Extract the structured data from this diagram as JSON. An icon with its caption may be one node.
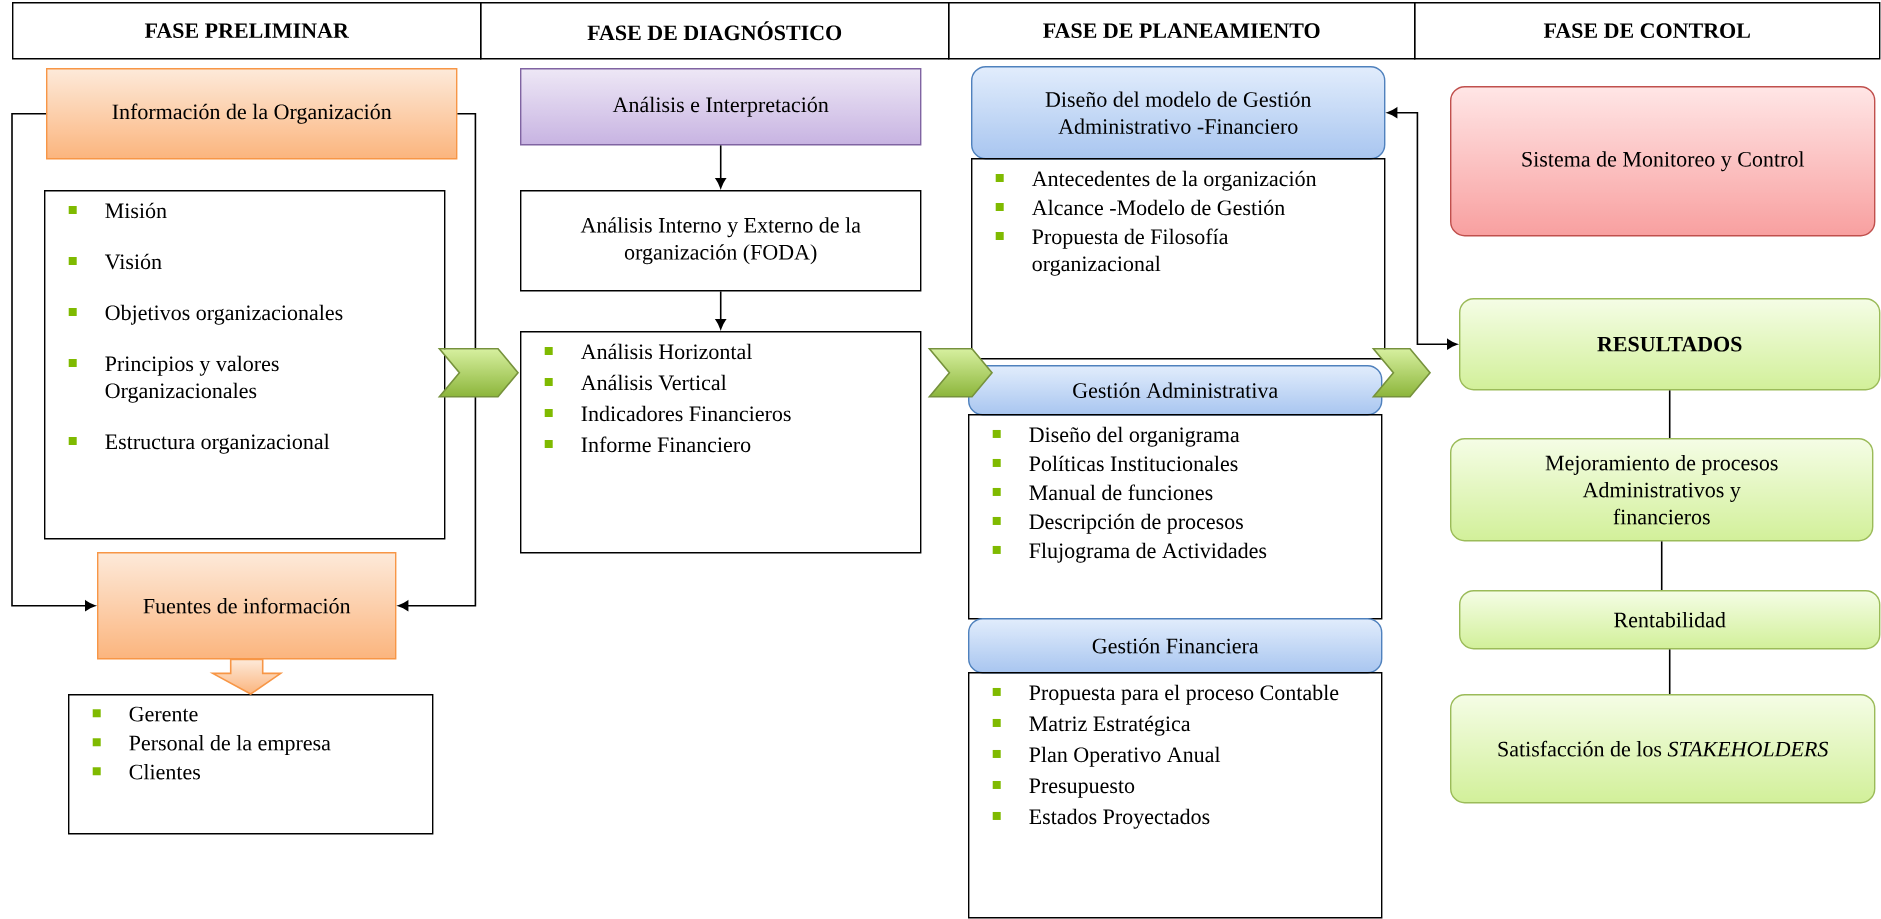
{
  "diagram": {
    "nodes": [
      {
        "text": [
          "FASE PRELIMINAR"
        ]
      },
      {
        "text": [
          "FASE DE DIAGNÓSTICO"
        ]
      },
      {
        "text": [
          "FASE DE PLANEAMIENTO"
        ]
      },
      {
        "text": [
          "FASE DE CONTROL"
        ]
      },
      {
        "text": [
          "Información de la Organización"
        ]
      },
      {
        "text": [
          "Misión",
          "Visión",
          "Objetivos organizacionales",
          "Principios y valores Organizacionales",
          "Estructura organizacional"
        ]
      },
      {
        "text": [
          "Fuentes de información"
        ]
      },
      {
        "text": [
          "Gerente",
          "Personal de la empresa",
          "Clientes"
        ]
      },
      {
        "text": [
          "Análisis e Interpretación"
        ]
      },
      {
        "text": [
          "Análisis Interno y Externo de la organización (FODA)"
        ]
      },
      {
        "text": [
          "Análisis Horizontal",
          "Análisis Vertical",
          "Indicadores Financieros",
          "Informe Financiero"
        ]
      },
      {
        "text": [
          "Diseño del modelo de Gestión Administrativo -Financiero"
        ]
      },
      {
        "text": [
          "Antecedentes de la organización",
          "Alcance -Modelo de Gestión",
          "Propuesta de Filosofía organizacional"
        ]
      },
      {
        "text": [
          "Gestión Administrativa"
        ]
      },
      {
        "text": [
          "Diseño del organigrama",
          "Políticas Institucionales",
          "Manual de funciones",
          "Descripción de procesos",
          "Flujograma de Actividades"
        ]
      },
      {
        "text": [
          "Gestión Financiera"
        ]
      },
      {
        "text": [
          "Propuesta para el proceso Contable",
          "Matriz Estratégica",
          "Plan Operativo Anual",
          "Presupuesto",
          "Estados Proyectados"
        ]
      },
      {
        "text": [
          "Sistema de Monitoreo y Control"
        ]
      },
      {
        "text": [
          "RESULTADOS"
        ]
      },
      {
        "text": [
          "Mejoramiento de procesos Administrativos y financieros"
        ]
      },
      {
        "text": [
          "Rentabilidad"
        ]
      },
      {
        "text": [
          "Satisfacción de los *STAKEHOLDERS*"
        ]
      }
    ],
    "edges": [
      {
        "from": 4,
        "to": 6,
        "arrow": "to"
      },
      {
        "from": 4,
        "to": 6,
        "arrow": "to"
      },
      {
        "from": 6,
        "to": 7,
        "arrow": "to"
      },
      {
        "from": 8,
        "to": 9,
        "arrow": "to"
      },
      {
        "from": 9,
        "to": 10,
        "arrow": "to"
      },
      {
        "from": 5,
        "to": 10,
        "arrow": "to"
      },
      {
        "from": 10,
        "to": 13,
        "arrow": "to"
      },
      {
        "from": 13,
        "to": 18,
        "arrow": "to"
      },
      {
        "from": 11,
        "to": 18,
        "arrow": "both"
      },
      {
        "from": 18,
        "to": 19,
        "arrow": "none"
      },
      {
        "from": 19,
        "to": 20,
        "arrow": "none"
      },
      {
        "from": 20,
        "to": 21,
        "arrow": "none"
      }
    ]
  }
}
